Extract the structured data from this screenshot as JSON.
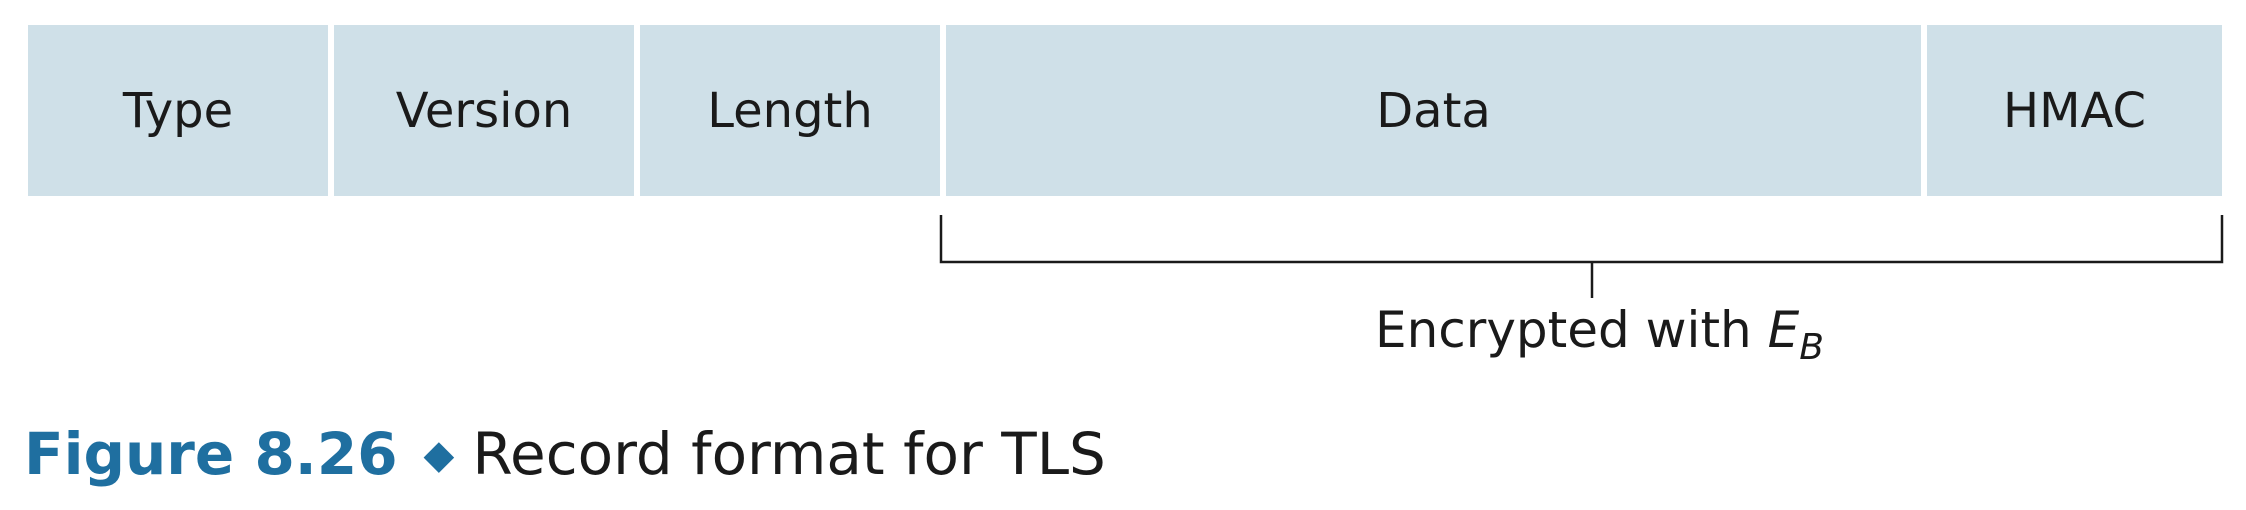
{
  "record_fields": [
    {
      "label": "Type"
    },
    {
      "label": "Version"
    },
    {
      "label": "Length"
    },
    {
      "label": "Data"
    },
    {
      "label": "HMAC"
    }
  ],
  "encryption": {
    "prefix": "Encrypted with ",
    "variable": "E",
    "subscript": "B"
  },
  "caption": {
    "number": "Figure 8.26",
    "separator": "◆",
    "title": "Record format for TLS"
  },
  "colors": {
    "field_fill": "#cfe0e8",
    "caption_accent": "#1f6fa0"
  }
}
